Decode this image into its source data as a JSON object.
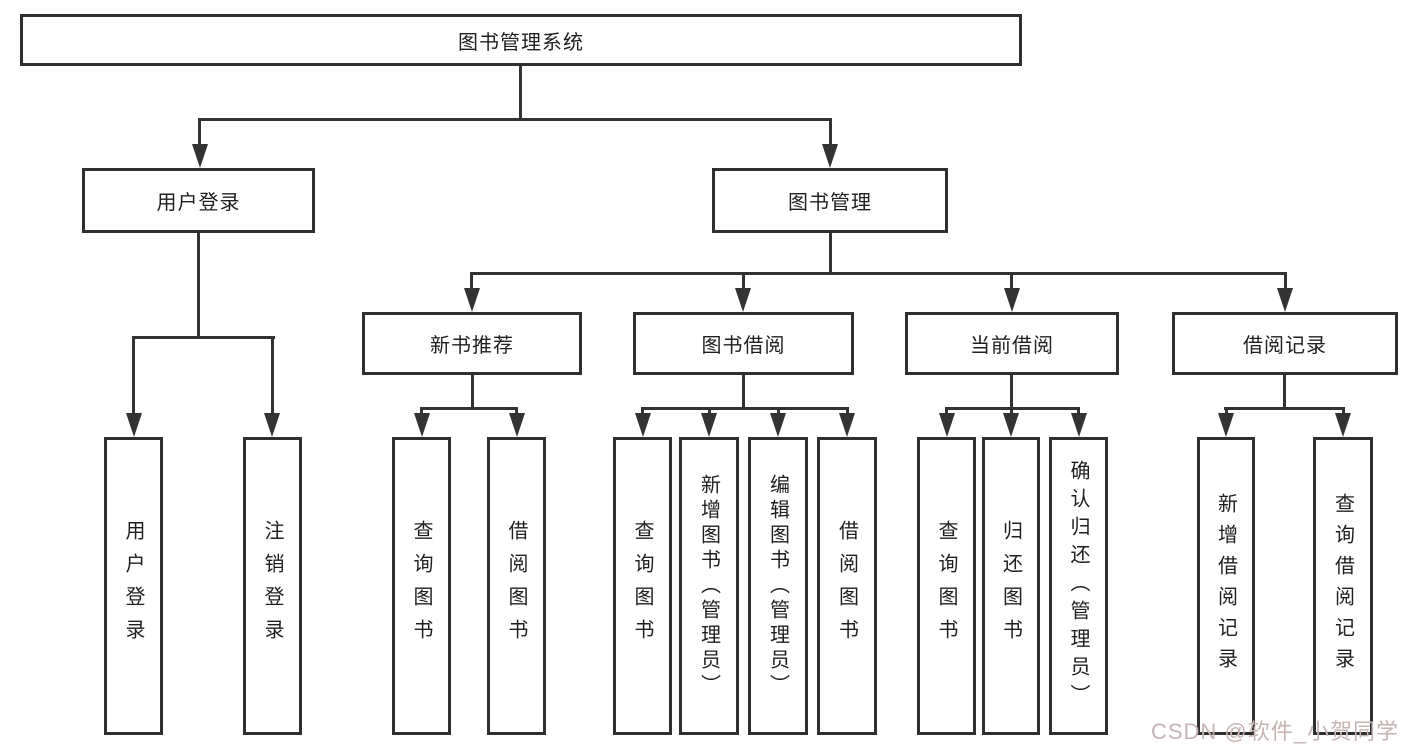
{
  "diagram": {
    "type": "hierarchy-tree",
    "nodes": {
      "root": {
        "label": "图书管理系统"
      },
      "user_login": {
        "label": "用户登录"
      },
      "book_mgmt": {
        "label": "图书管理"
      },
      "new_book_rec": {
        "label": "新书推荐"
      },
      "book_borrow": {
        "label": "图书借阅"
      },
      "current_borrow": {
        "label": "当前借阅"
      },
      "borrow_records": {
        "label": "借阅记录"
      },
      "login": {
        "label": "用户登录"
      },
      "logout": {
        "label": "注销登录"
      },
      "query_book_a": {
        "label": "查询图书"
      },
      "borrow_book_a": {
        "label": "借阅图书"
      },
      "query_book_b": {
        "label": "查询图书"
      },
      "add_book_admin": {
        "label": "新增图书（管理员）"
      },
      "edit_book_admin": {
        "label": "编辑图书（管理员）"
      },
      "borrow_book_b": {
        "label": "借阅图书"
      },
      "query_book_c": {
        "label": "查询图书"
      },
      "return_book": {
        "label": "归还图书"
      },
      "confirm_return_admin": {
        "label": "确认归还（管理员）"
      },
      "add_borrow_record": {
        "label": "新增借阅记录"
      },
      "query_borrow_record": {
        "label": "查询借阅记录"
      }
    },
    "edges": [
      [
        "root",
        "user_login"
      ],
      [
        "root",
        "book_mgmt"
      ],
      [
        "user_login",
        "login"
      ],
      [
        "user_login",
        "logout"
      ],
      [
        "book_mgmt",
        "new_book_rec"
      ],
      [
        "book_mgmt",
        "book_borrow"
      ],
      [
        "book_mgmt",
        "current_borrow"
      ],
      [
        "book_mgmt",
        "borrow_records"
      ],
      [
        "new_book_rec",
        "query_book_a"
      ],
      [
        "new_book_rec",
        "borrow_book_a"
      ],
      [
        "book_borrow",
        "query_book_b"
      ],
      [
        "book_borrow",
        "add_book_admin"
      ],
      [
        "book_borrow",
        "edit_book_admin"
      ],
      [
        "book_borrow",
        "borrow_book_b"
      ],
      [
        "current_borrow",
        "query_book_c"
      ],
      [
        "current_borrow",
        "return_book"
      ],
      [
        "current_borrow",
        "confirm_return_admin"
      ],
      [
        "borrow_records",
        "add_borrow_record"
      ],
      [
        "borrow_records",
        "query_borrow_record"
      ]
    ],
    "colors": {
      "line": "#333333",
      "box_border": "#2f2f2f",
      "text": "#1f1f1f",
      "background": "#ffffff",
      "watermark": "#c6b3b3"
    }
  },
  "watermark": {
    "text": "CSDN @软件_小贺同学"
  }
}
